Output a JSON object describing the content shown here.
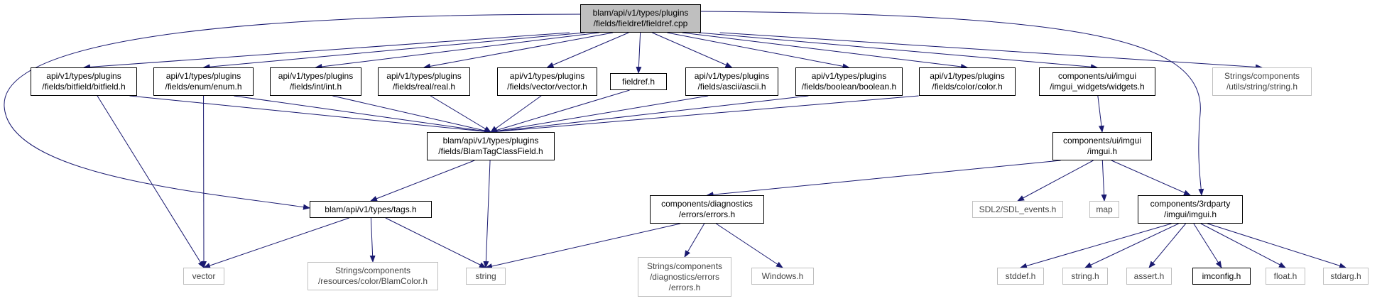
{
  "nodes": {
    "fieldref_cpp": [
      "blam/api/v1/types/plugins",
      "/fields/fieldref/fieldref.cpp"
    ],
    "bitfield": [
      "api/v1/types/plugins",
      "/fields/bitfield/bitfield.h"
    ],
    "enum": [
      "api/v1/types/plugins",
      "/fields/enum/enum.h"
    ],
    "int": [
      "api/v1/types/plugins",
      "/fields/int/int.h"
    ],
    "real": [
      "api/v1/types/plugins",
      "/fields/real/real.h"
    ],
    "vector_h": [
      "api/v1/types/plugins",
      "/fields/vector/vector.h"
    ],
    "fieldref_h": [
      "fieldref.h"
    ],
    "ascii": [
      "api/v1/types/plugins",
      "/fields/ascii/ascii.h"
    ],
    "boolean": [
      "api/v1/types/plugins",
      "/fields/boolean/boolean.h"
    ],
    "color": [
      "api/v1/types/plugins",
      "/fields/color/color.h"
    ],
    "widgets": [
      "components/ui/imgui",
      "/imgui_widgets/widgets.h"
    ],
    "string_h_comp": [
      "Strings/components",
      "/utils/string/string.h"
    ],
    "blamtagclassfield": [
      "blam/api/v1/types/plugins",
      "/fields/BlamTagClassField.h"
    ],
    "imgui_h": [
      "components/ui/imgui",
      "/imgui.h"
    ],
    "tags": [
      "blam/api/v1/types/tags.h"
    ],
    "errors_h": [
      "components/diagnostics",
      "/errors/errors.h"
    ],
    "sdl_events": [
      "SDL2/SDL_events.h"
    ],
    "map": [
      "map"
    ],
    "imgui_3rd": [
      "components/3rdparty",
      "/imgui/imgui.h"
    ],
    "vector_std": [
      "vector"
    ],
    "blamcolor": [
      "Strings/components",
      "/resources/color/BlamColor.h"
    ],
    "string_std": [
      "string"
    ],
    "errors_str": [
      "Strings/components",
      "/diagnostics/errors",
      "/errors.h"
    ],
    "windows": [
      "Windows.h"
    ],
    "stddef": [
      "stddef.h"
    ],
    "string_h": [
      "string.h"
    ],
    "assert": [
      "assert.h"
    ],
    "imconfig": [
      "imconfig.h"
    ],
    "float": [
      "float.h"
    ],
    "stdarg": [
      "stdarg.h"
    ]
  },
  "colors": {
    "edge": "#191970",
    "node_border": "#000000",
    "system_border": "#bfbfbf",
    "root_fill": "#bfbfbf"
  },
  "edges": [
    [
      "fieldref_cpp",
      "bitfield"
    ],
    [
      "fieldref_cpp",
      "enum"
    ],
    [
      "fieldref_cpp",
      "int"
    ],
    [
      "fieldref_cpp",
      "real"
    ],
    [
      "fieldref_cpp",
      "vector_h"
    ],
    [
      "fieldref_cpp",
      "fieldref_h"
    ],
    [
      "fieldref_cpp",
      "ascii"
    ],
    [
      "fieldref_cpp",
      "boolean"
    ],
    [
      "fieldref_cpp",
      "color"
    ],
    [
      "fieldref_cpp",
      "widgets"
    ],
    [
      "fieldref_cpp",
      "string_h_comp"
    ],
    [
      "fieldref_cpp",
      "tags"
    ],
    [
      "fieldref_cpp",
      "imgui_3rd"
    ],
    [
      "bitfield",
      "blamtagclassfield"
    ],
    [
      "enum",
      "blamtagclassfield"
    ],
    [
      "int",
      "blamtagclassfield"
    ],
    [
      "real",
      "blamtagclassfield"
    ],
    [
      "vector_h",
      "blamtagclassfield"
    ],
    [
      "fieldref_h",
      "blamtagclassfield"
    ],
    [
      "ascii",
      "blamtagclassfield"
    ],
    [
      "boolean",
      "blamtagclassfield"
    ],
    [
      "color",
      "blamtagclassfield"
    ],
    [
      "bitfield",
      "vector_std"
    ],
    [
      "enum",
      "vector_std"
    ],
    [
      "blamtagclassfield",
      "tags"
    ],
    [
      "blamtagclassfield",
      "string_std"
    ],
    [
      "widgets",
      "imgui_h"
    ],
    [
      "imgui_h",
      "errors_h"
    ],
    [
      "imgui_h",
      "sdl_events"
    ],
    [
      "imgui_h",
      "map"
    ],
    [
      "imgui_h",
      "imgui_3rd"
    ],
    [
      "tags",
      "vector_std"
    ],
    [
      "tags",
      "blamcolor"
    ],
    [
      "tags",
      "string_std"
    ],
    [
      "errors_h",
      "string_std"
    ],
    [
      "errors_h",
      "errors_str"
    ],
    [
      "errors_h",
      "windows"
    ],
    [
      "imgui_3rd",
      "stddef"
    ],
    [
      "imgui_3rd",
      "string_h"
    ],
    [
      "imgui_3rd",
      "assert"
    ],
    [
      "imgui_3rd",
      "imconfig"
    ],
    [
      "imgui_3rd",
      "float"
    ],
    [
      "imgui_3rd",
      "stdarg"
    ]
  ]
}
